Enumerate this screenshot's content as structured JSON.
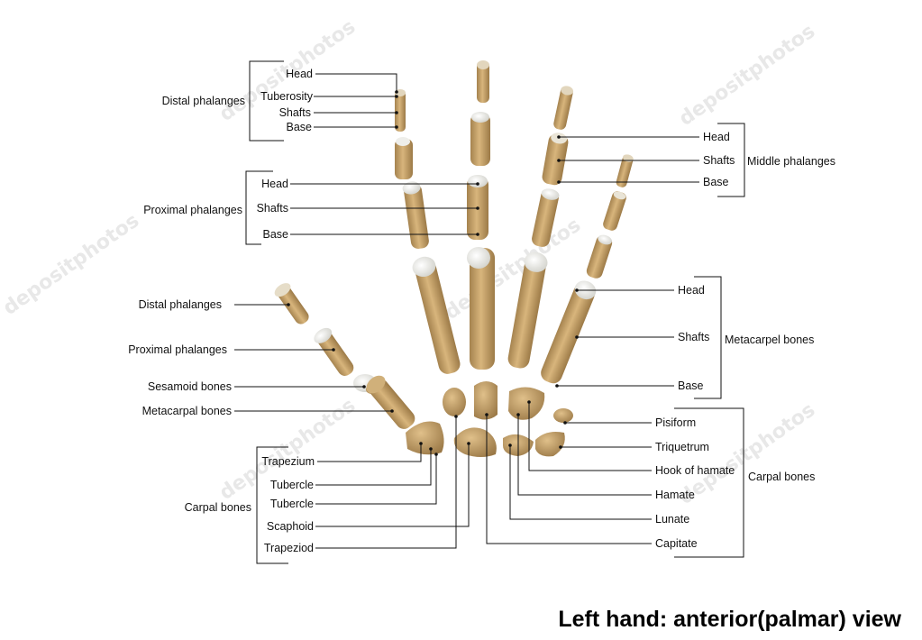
{
  "title": "Left hand: anterior(palmar) view",
  "watermark": "depositphotos",
  "colors": {
    "bone": "#c9a46a",
    "bone_dark": "#9a7a48",
    "cartilage": "#eeeeea"
  },
  "labels": {
    "finger_distal_group": "Distal phalanges",
    "finger_distal_head": "Head",
    "finger_distal_tuberosity": "Tuberosity",
    "finger_distal_shafts": "Shafts",
    "finger_distal_base": "Base",
    "proximal_group": "Proximal phalanges",
    "proximal_head": "Head",
    "proximal_shafts": "Shafts",
    "proximal_base": "Base",
    "middle_group": "Middle phalanges",
    "middle_head": "Head",
    "middle_shafts": "Shafts",
    "middle_base": "Base",
    "metacarpal_group": "Metacarpel bones",
    "metacarpal_head": "Head",
    "metacarpal_shafts": "Shafts",
    "metacarpal_base": "Base",
    "thumb_distal": "Distal phalanges",
    "thumb_proximal": "Proximal phalanges",
    "thumb_sesamoid": "Sesamoid bones",
    "thumb_metacarpal": "Metacarpal bones",
    "carpal_left_group": "Carpal bones",
    "trapezium": "Trapezium",
    "tubercle1": "Tubercle",
    "tubercle2": "Tubercle",
    "scaphoid": "Scaphoid",
    "trapeziod": "Trapeziod",
    "carpal_right_group": "Carpal bones",
    "pisiform": "Pisiform",
    "triquetrum": "Triquetrum",
    "hook_of_hamate": "Hook of hamate",
    "hamate": "Hamate",
    "lunate": "Lunate",
    "capitate": "Capitate"
  }
}
